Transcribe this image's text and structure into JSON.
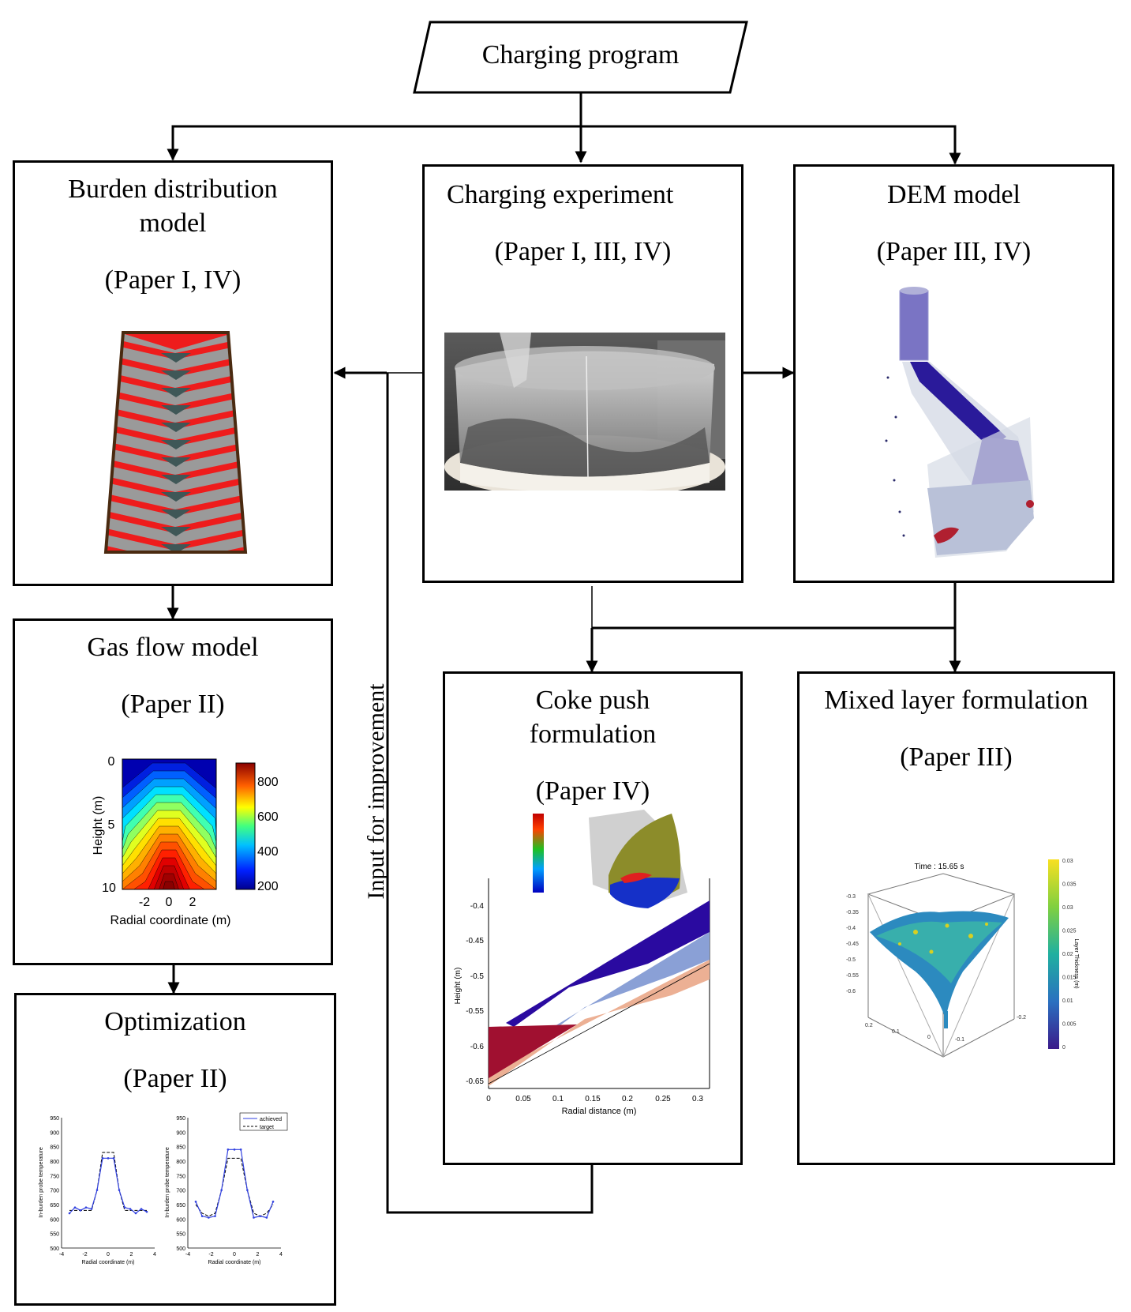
{
  "start": {
    "label": "Charging program"
  },
  "boxes": {
    "burden": {
      "title_line1": "Burden distribution",
      "title_line2": "model",
      "paper": "(Paper I, IV)"
    },
    "experiment": {
      "title": "Charging experiment",
      "paper": "(Paper I, III, IV)"
    },
    "dem": {
      "title": "DEM model",
      "paper": "(Paper III, IV)"
    },
    "gasflow": {
      "title": "Gas flow model",
      "paper": "(Paper II)"
    },
    "cokepush": {
      "title_line1": "Coke push",
      "title_line2": "formulation",
      "paper": "(Paper IV)"
    },
    "mixed": {
      "title": "Mixed layer formulation",
      "paper": "(Paper III)"
    },
    "optimization": {
      "title": "Optimization",
      "paper": "(Paper II)"
    }
  },
  "feedback": {
    "label": "Input for improvement"
  },
  "gas_plot": {
    "ylabel": "Height (m)",
    "xlabel": "Radial coordinate (m)",
    "yticks": [
      "0",
      "5",
      "10"
    ],
    "xticks": [
      "-2",
      "0",
      "2"
    ],
    "colorbar_ticks": [
      "800",
      "600",
      "400",
      "200"
    ]
  },
  "coke_plot": {
    "ylabel": "Height (m)",
    "xlabel": "Radial distance (m)",
    "yticks": [
      "-0.4",
      "-0.45",
      "-0.5",
      "-0.55",
      "-0.6",
      "-0.65"
    ],
    "xticks": [
      "0",
      "0.05",
      "0.1",
      "0.15",
      "0.2",
      "0.25",
      "0.3"
    ]
  },
  "mixed_plot": {
    "title": "Time : 15.65 s",
    "zticks": [
      "-0.3",
      "-0.35",
      "-0.4",
      "-0.45",
      "-0.5",
      "-0.55",
      "-0.6"
    ],
    "xticks": [
      "0.2",
      "0.1",
      "0",
      "-0.1",
      "-0.2"
    ],
    "colorbar_ticks": [
      "0.03",
      "0.035",
      "0.03",
      "0.025",
      "0.02",
      "0.015",
      "0.01",
      "0.005",
      "0"
    ],
    "colorbar_label": "Layer Thickness (m)"
  },
  "opt_plots": {
    "ylabel": "In-burden probe temperature",
    "xlabel": "Radial coordinate (m)",
    "yticks": [
      "950",
      "900",
      "850",
      "800",
      "750",
      "700",
      "650",
      "600",
      "550",
      "500"
    ],
    "xticks": [
      "-4",
      "-2",
      "0",
      "2",
      "4"
    ],
    "legend": [
      "achieved",
      "target"
    ]
  },
  "colors": {
    "arrow": "#000000",
    "burden_red": "#ee1c1c",
    "burden_gray": "#9a9a9a",
    "burden_dark": "#3f5757",
    "coke_dark_blue": "#2a0aa0",
    "coke_light_blue": "#8aa0d6",
    "coke_salmon": "#ecb094",
    "coke_red": "#a01030",
    "opt_line": "#3040e0"
  }
}
